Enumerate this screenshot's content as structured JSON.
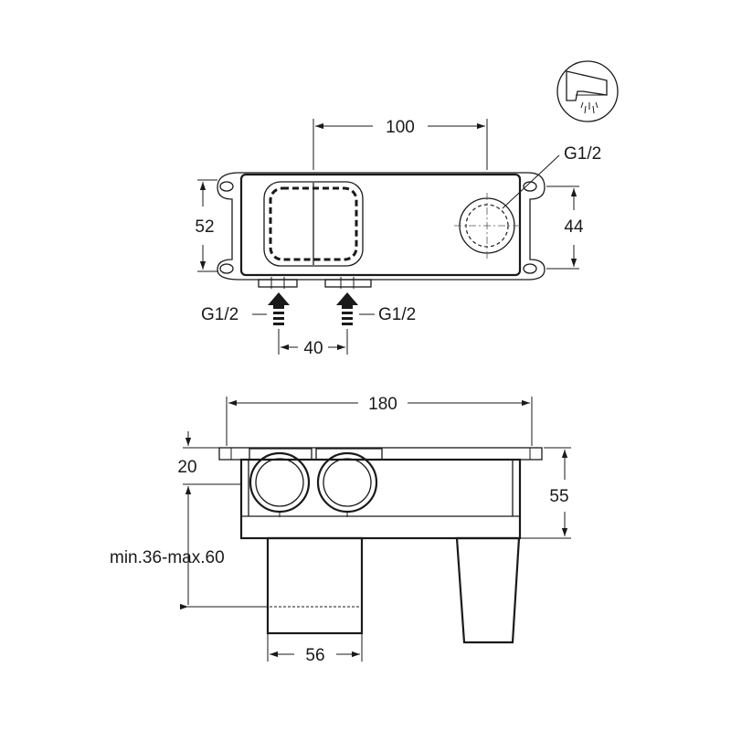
{
  "top_view": {
    "dim_width_centers": "100",
    "dim_height_left": "52",
    "dim_height_right": "44",
    "outlet_thread": "G1/2",
    "inlet_left_thread": "G1/2",
    "inlet_right_thread": "G1/2",
    "dim_inlet_spacing": "40"
  },
  "bottom_view": {
    "dim_overall_width": "180",
    "dim_top_offset": "20",
    "dim_depth_range": "min.36-max.60",
    "dim_height": "55",
    "dim_cap_width": "56"
  },
  "icons": {
    "spout": "spout-icon",
    "arrow": "flow-arrow-icon"
  }
}
